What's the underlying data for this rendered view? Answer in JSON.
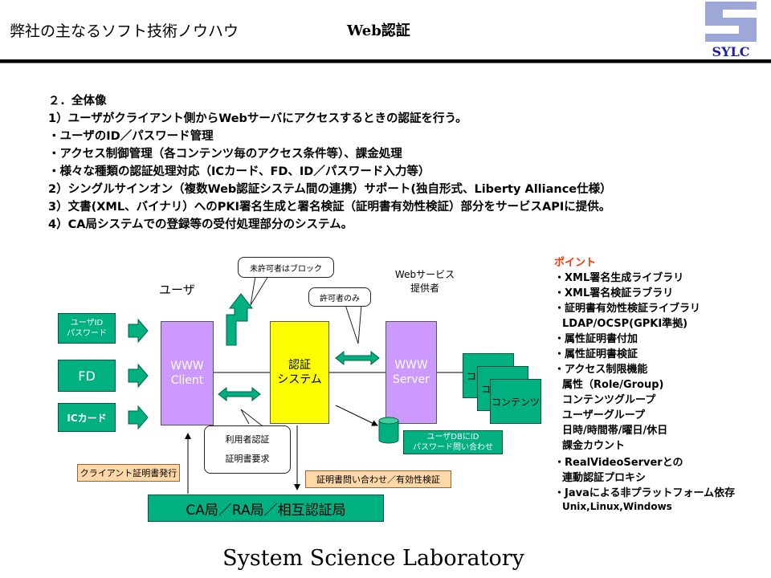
{
  "header": {
    "title": "弊社の主なるソフト技術ノウハウ",
    "subtitle": "Web認証",
    "logo_text": "SYLC",
    "colors": {
      "logo_blue": "#1E1EA0",
      "logo_light": "#9EA8D8"
    }
  },
  "body_lines": [
    "２．全体像",
    "1）ユーザがクライアント側からWebサーバにアクセスするときの認証を行う。",
    "・ユーザのID／パスワード管理",
    "・アクセス制御管理（各コンテンツ毎のアクセス条件等）、課金処理",
    "・様々な種類の認証処理対応（ICカード、FD、ID／パスワード入力等）",
    "2）シングルサインオン（複数Web認証システム間の連携）サポート(独自形式、Liberty Alliance仕様）",
    "3）文書(XML、バイナリ）へのPKI署名生成と署名検証（証明書有効性検証）部分をサービスAPIに提供。",
    "4）CA局システムでの登録等の受付処理部分のシステム。"
  ],
  "diagram": {
    "inputs": [
      "ユーザID\nパスワード",
      "FD",
      "ICカード"
    ],
    "user_label": "ユーザ",
    "client": "WWW\nClient",
    "auth": "認証\nシステム",
    "server": "WWW\nServer",
    "provider_label": "Webサービス\n提供者",
    "contents": [
      "コ",
      "コ",
      "コンテンツ"
    ],
    "callout_block": "未許可者はブロック",
    "callout_allow": "許可者のみ",
    "db_label": "ユーザDBにID\nパスワード問い合わせ",
    "callout_user": "利用者認証\n\n証明書要求",
    "cert_issue": "クライアント証明書発行",
    "cert_query": "証明書問い合わせ／有効性検証",
    "ca": "CA局／RA局／相互認証局",
    "colors": {
      "green": "#00B080",
      "client": "#CC99FF",
      "auth": "#FFFF00",
      "server": "#CC99FF",
      "orange": "#FFD8A8",
      "arrow": "#00B080"
    }
  },
  "points": {
    "title": "ポイント",
    "title_color": "#FF3300",
    "items": [
      "・XML署名生成ライブラリ",
      "・XML署名検証ラブラリ",
      "・証明書有効性検証ライブラリ",
      "LDAP/OCSP(GPKI準拠)",
      "・属性証明書付加",
      "・属性証明書検証",
      "・アクセス制限機能",
      "属性（Role/Group)",
      "コンテンツグループ",
      "ユーザーグループ",
      "日時/時間帯/曜日/休日",
      "課金カウント",
      "・RealVideoServerとの",
      "連動認証プロキシ",
      "・Javaによる非プラットフォーム依存",
      "Unix,Linux,Windows"
    ]
  },
  "footer": "System  Science  Laboratory"
}
